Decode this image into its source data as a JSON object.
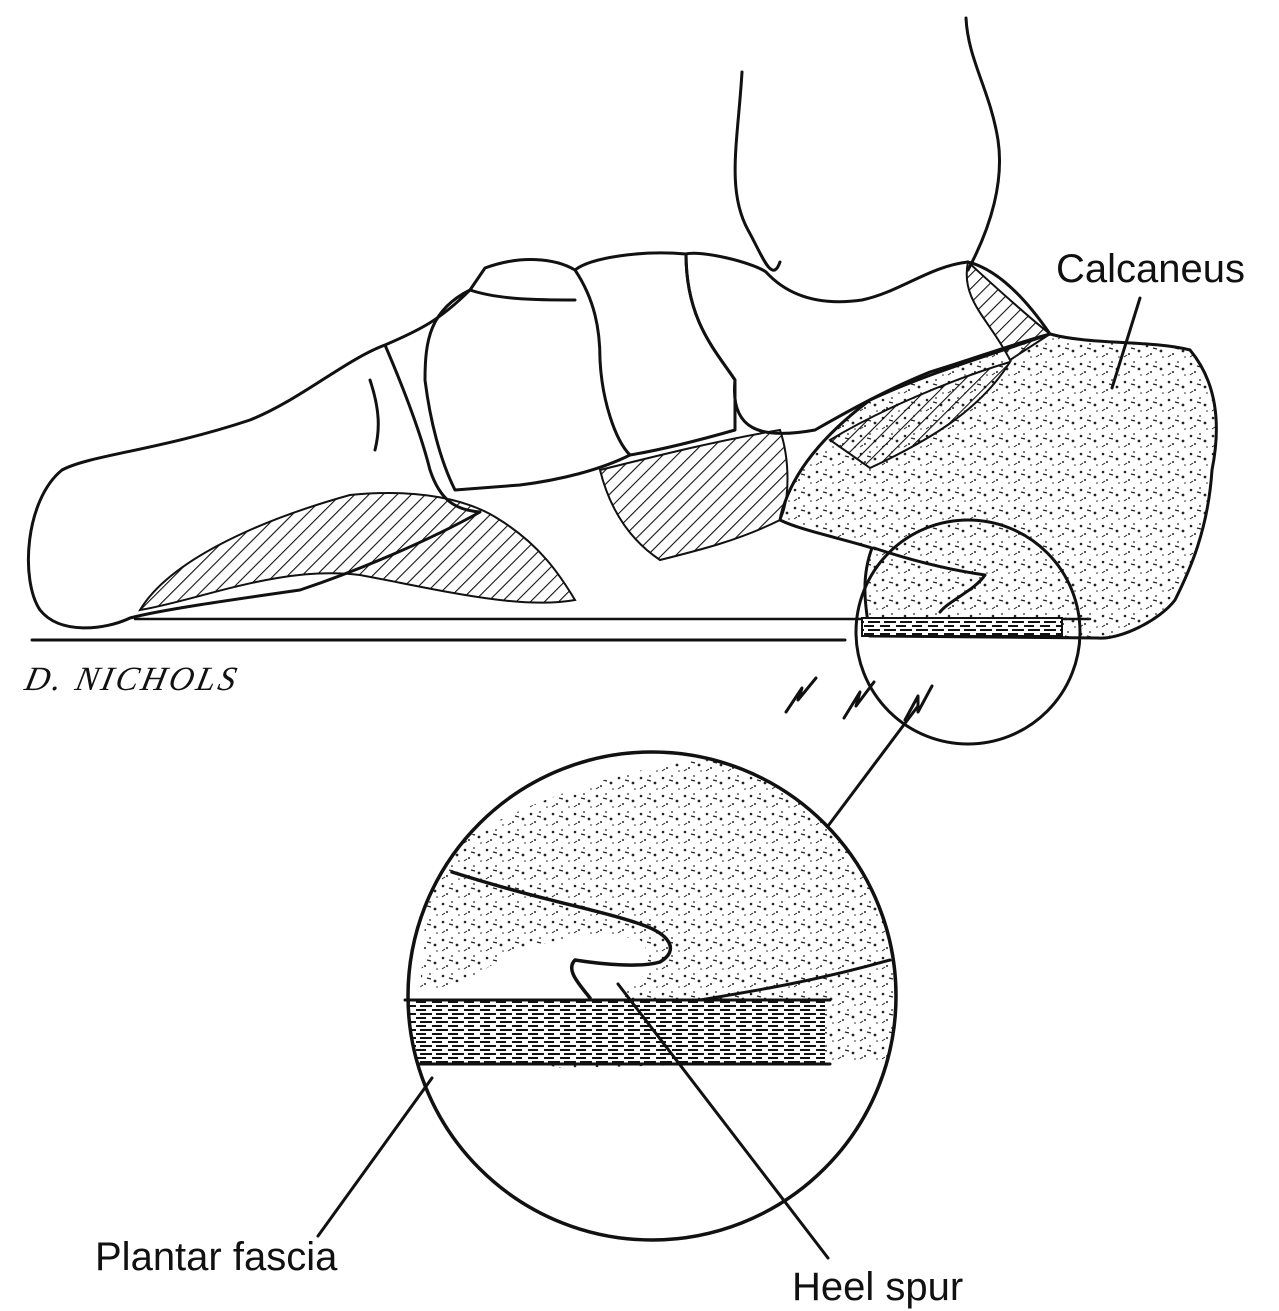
{
  "labels": {
    "calcaneus": "Calcaneus",
    "plantar_fascia": "Plantar fascia",
    "heel_spur": "Heel spur"
  },
  "signature": "D. NICHOLS",
  "colors": {
    "ink": "#111111",
    "background": "#ffffff"
  }
}
